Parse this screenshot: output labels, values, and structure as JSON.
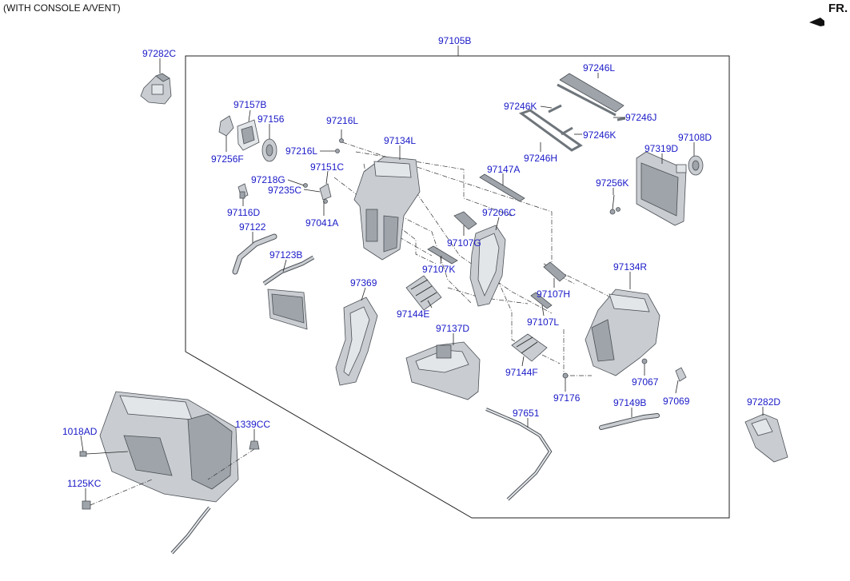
{
  "header": {
    "note": "(WITH CONSOLE A/VENT)",
    "direction_label": "FR."
  },
  "parts": {
    "p97105B": "97105B",
    "p97282C": "97282C",
    "p97157B": "97157B",
    "p97156": "97156",
    "p97216L_a": "97216L",
    "p97216L_b": "97216L",
    "p97256F": "97256F",
    "p97218G": "97218G",
    "p97151C": "97151C",
    "p97235C": "97235C",
    "p97116D": "97116D",
    "p97041A": "97041A",
    "p97122": "97122",
    "p97123B": "97123B",
    "p97134L": "97134L",
    "p97369": "97369",
    "p97246L": "97246L",
    "p97246K_a": "97246K",
    "p97246J": "97246J",
    "p97246K_b": "97246K",
    "p97246H": "97246H",
    "p97147A": "97147A",
    "p97206C": "97206C",
    "p97107G": "97107G",
    "p97107K": "97107K",
    "p97144E": "97144E",
    "p97137D": "97137D",
    "p97108D": "97108D",
    "p97319D": "97319D",
    "p97256K": "97256K",
    "p97134R": "97134R",
    "p97107H": "97107H",
    "p97107L": "97107L",
    "p97144F": "97144F",
    "p97067": "97067",
    "p97176": "97176",
    "p97069": "97069",
    "p97149B": "97149B",
    "p97651": "97651",
    "p97282D": "97282D",
    "p1018AD": "1018AD",
    "p1339CC": "1339CC",
    "p1125KC": "1125KC"
  },
  "colors": {
    "label": "#1a1ac8",
    "part_fill": "#c9cdd1",
    "part_stroke": "#4a4f55"
  }
}
